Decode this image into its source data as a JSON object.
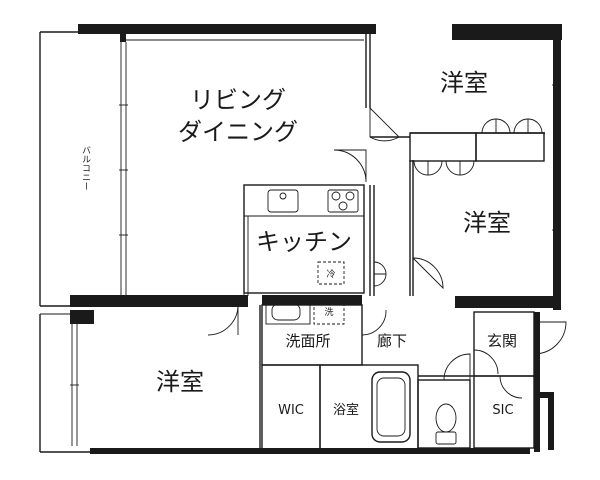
{
  "rooms": {
    "living_line1": "リビング",
    "living_line2": "ダイニング",
    "bedroom_top_right": "洋室",
    "bedroom_middle_right": "洋室",
    "bedroom_bottom_left": "洋室",
    "kitchen": "キッチン",
    "washroom": "洗面所",
    "hallway": "廊下",
    "entrance": "玄関",
    "wic": "WIC",
    "bathroom": "浴室",
    "sic": "SIC",
    "balcony": "バルコニー",
    "fridge_mark": "冷",
    "washer_mark": "洗"
  }
}
